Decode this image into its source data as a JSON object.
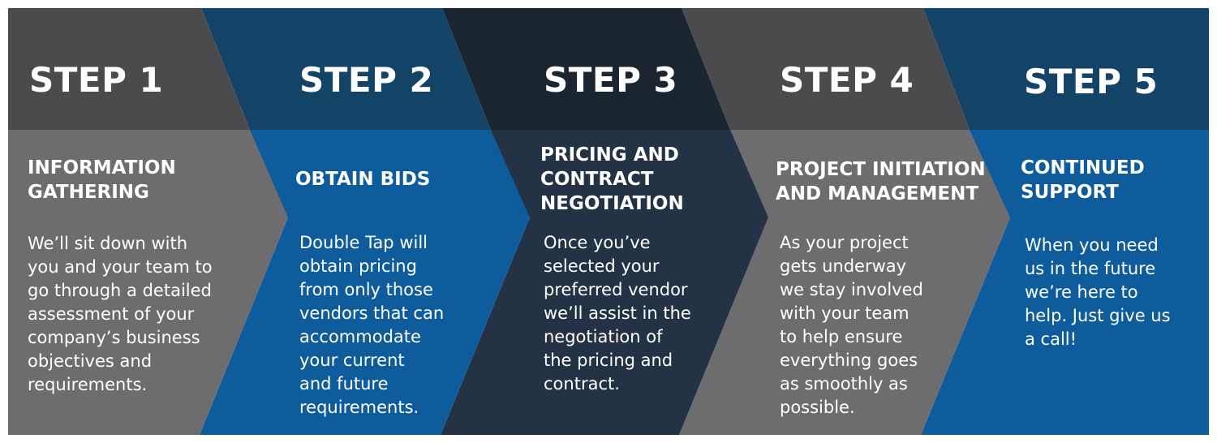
{
  "colors": {
    "top_grey": "#4b4b4d",
    "bottom_grey": "#6d6d6f",
    "top_blue": "#134467",
    "bottom_blue": "#0f5c9c",
    "top_navy": "#1b2530",
    "bottom_navy": "#233345",
    "text": "#ffffff"
  },
  "steps": [
    {
      "label": "STEP 1",
      "title": [
        "INFORMATION",
        "GATHERING"
      ],
      "description": [
        "We’ll sit down with",
        "you and your team to",
        "go through a detailed",
        "assessment of your",
        "company’s business",
        "objectives and",
        "requirements."
      ]
    },
    {
      "label": "STEP 2",
      "title": [
        "OBTAIN BIDS"
      ],
      "description": [
        "Double Tap will",
        "obtain pricing",
        "from only those",
        "vendors that can",
        "accommodate",
        "your current",
        "and future",
        "requirements."
      ]
    },
    {
      "label": "STEP 3",
      "title": [
        "PRICING AND",
        "CONTRACT",
        "NEGOTIATION"
      ],
      "description": [
        "Once you’ve",
        "selected your",
        "preferred vendor",
        "we’ll assist in the",
        "negotiation of",
        "the pricing and",
        "contract."
      ]
    },
    {
      "label": "STEP 4",
      "title": [
        "PROJECT INITIATION",
        "AND MANAGEMENT"
      ],
      "description": [
        "As your project",
        "gets underway",
        "we stay involved",
        "with your team",
        "to help ensure",
        "everything goes",
        "as smoothly as",
        "possible."
      ]
    },
    {
      "label": "STEP 5",
      "title": [
        "CONTINUED",
        "SUPPORT"
      ],
      "description": [
        "When you need",
        "us in the future",
        "we’re here to",
        "help. Just give us",
        "a call!"
      ]
    }
  ]
}
